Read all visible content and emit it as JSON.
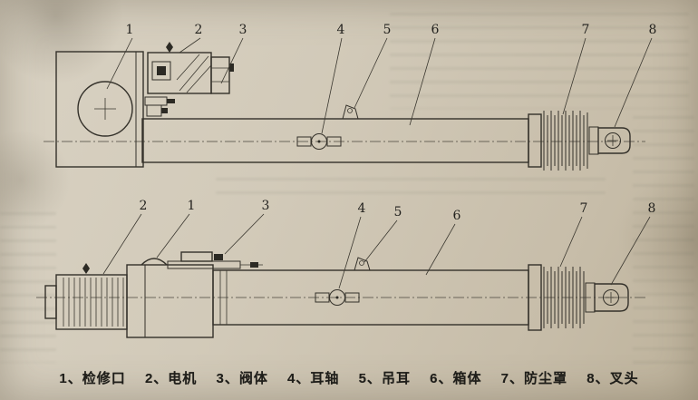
{
  "figure": {
    "top_callouts": [
      "1",
      "2",
      "3",
      "4",
      "5",
      "6",
      "7",
      "8"
    ],
    "side_callouts": [
      "2",
      "1",
      "3",
      "4",
      "5",
      "6",
      "7",
      "8"
    ],
    "caption": {
      "separator": "、",
      "items": [
        {
          "num": "1",
          "label": "检修口"
        },
        {
          "num": "2",
          "label": "电机"
        },
        {
          "num": "3",
          "label": "阀体"
        },
        {
          "num": "4",
          "label": "耳轴"
        },
        {
          "num": "5",
          "label": "吊耳"
        },
        {
          "num": "6",
          "label": "箱体"
        },
        {
          "num": "7",
          "label": "防尘罩"
        },
        {
          "num": "8",
          "label": "叉头"
        }
      ]
    }
  }
}
